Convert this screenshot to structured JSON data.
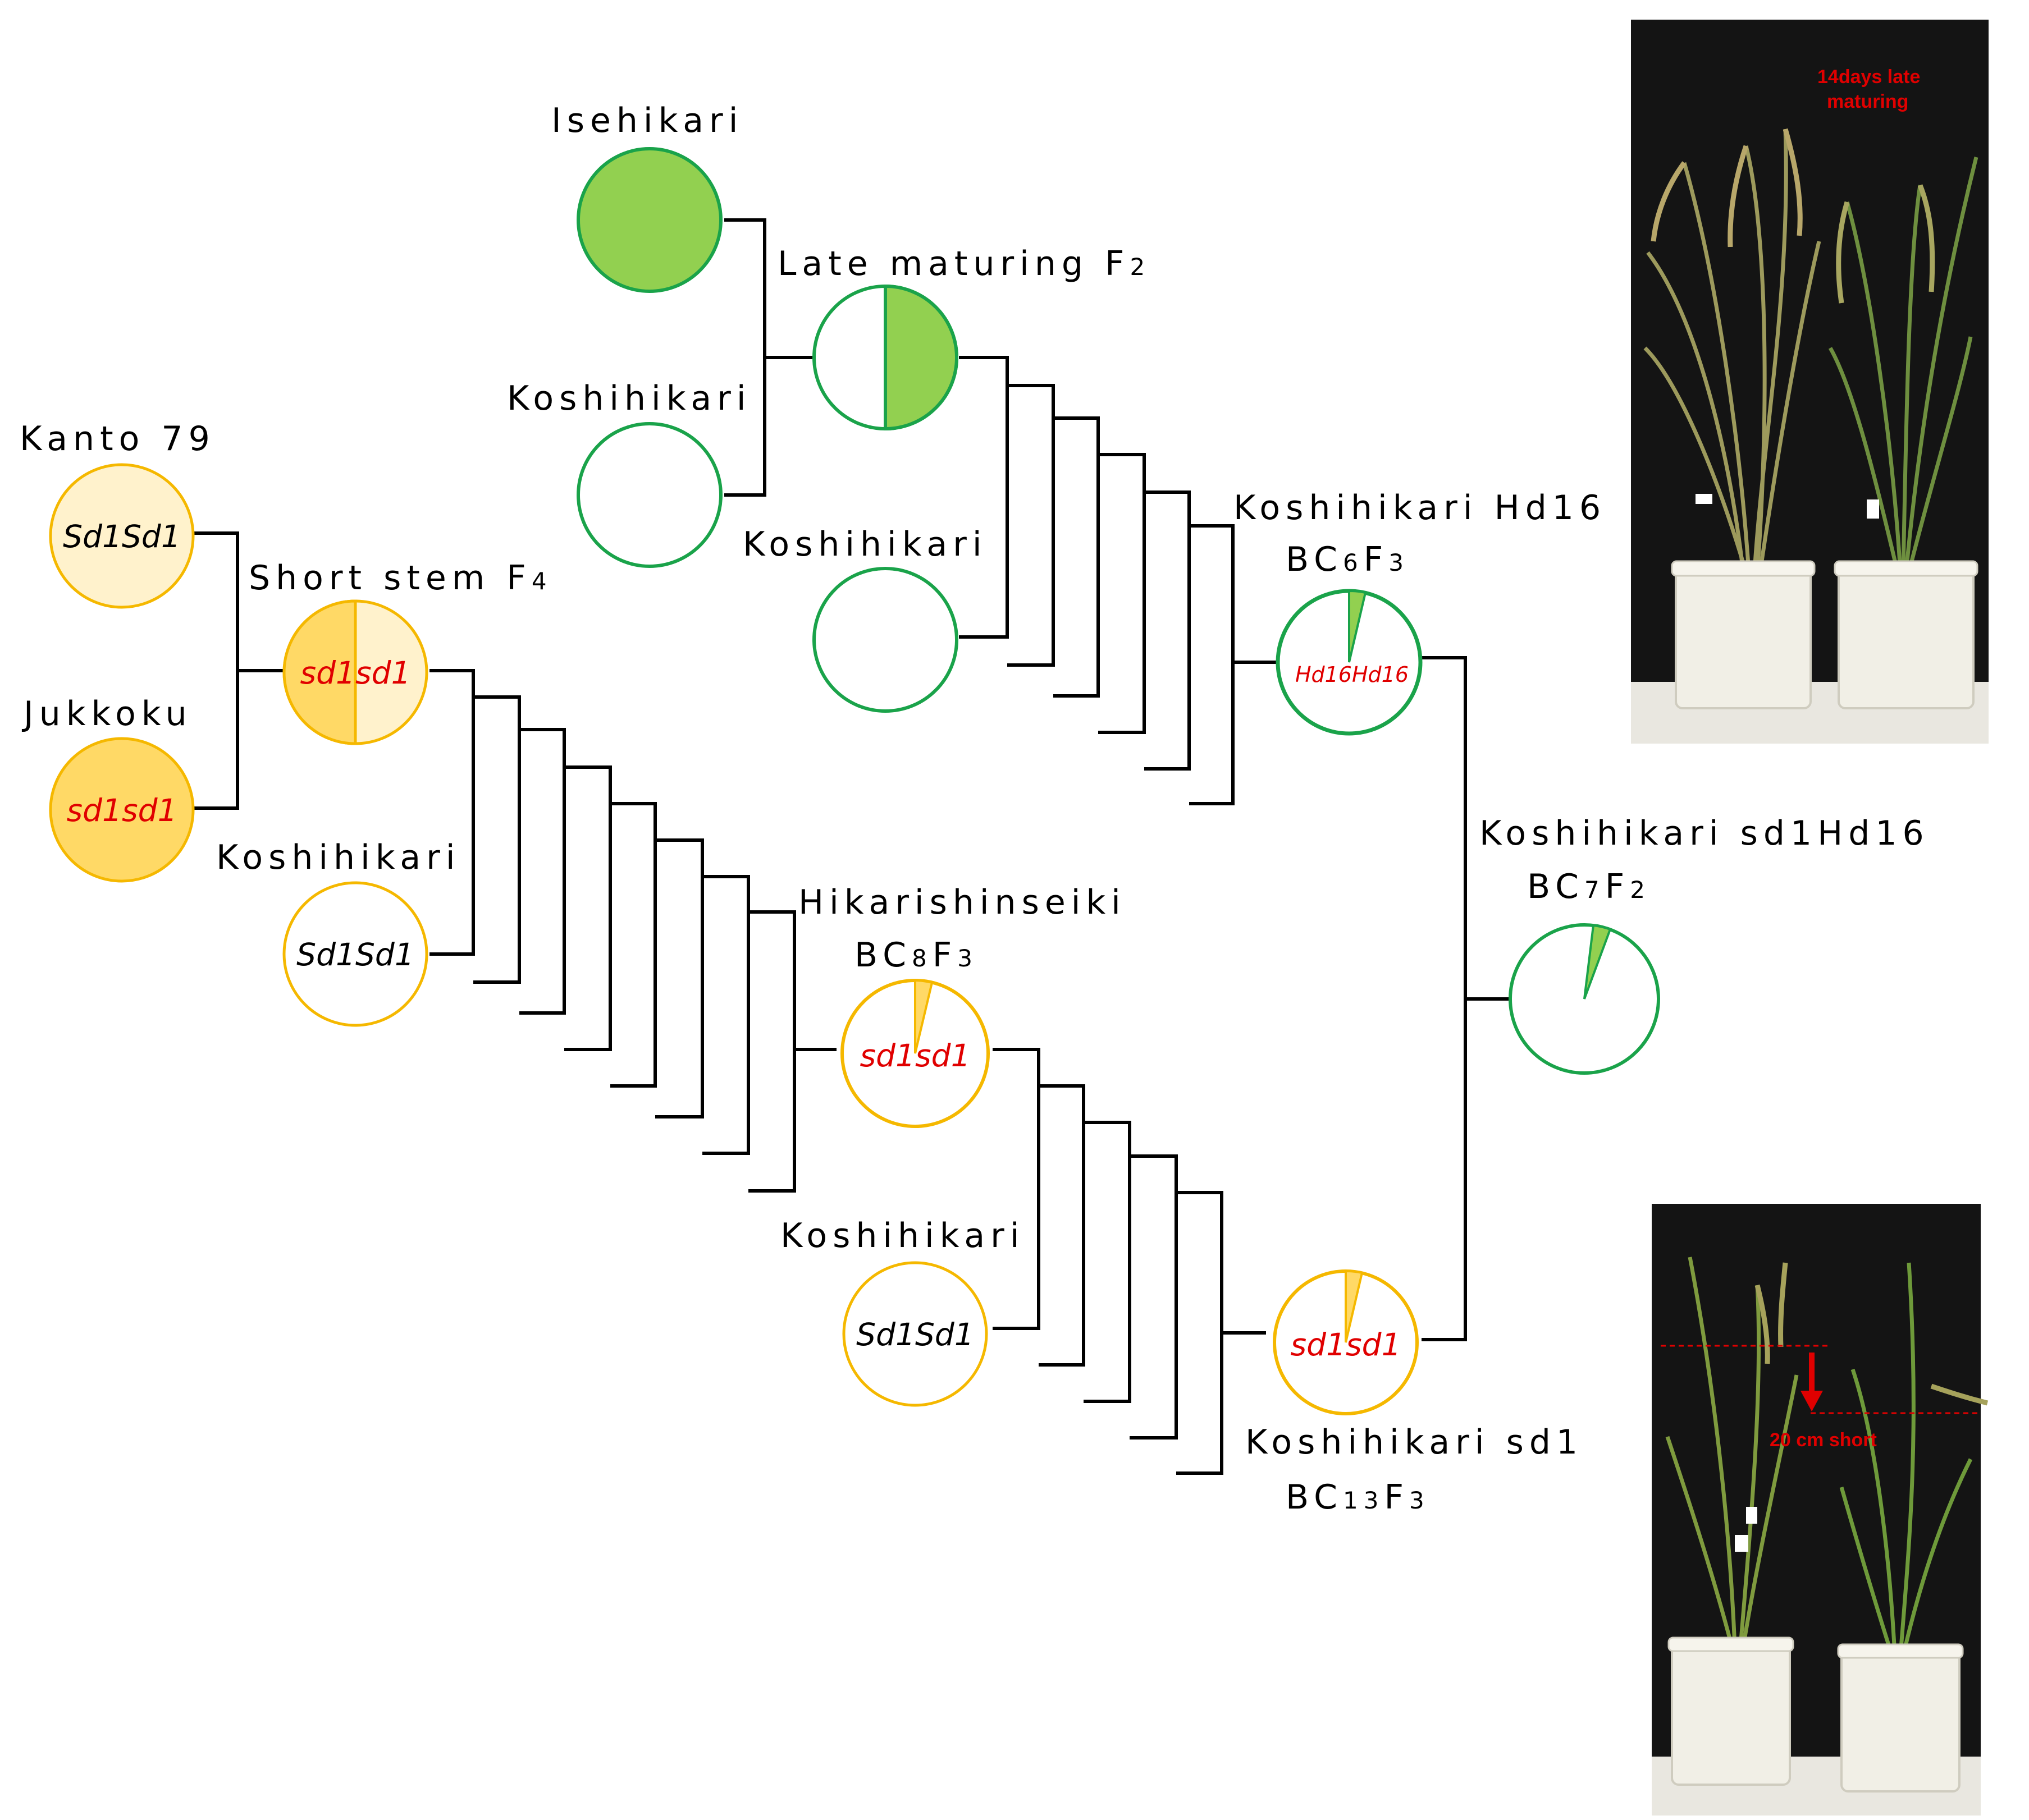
{
  "colors": {
    "green_fill": "#92d050",
    "green_stroke": "#1aa34a",
    "orange_fill": "#ffd966",
    "orange_light": "#fff2cc",
    "orange_stroke": "#f5b800",
    "red_text": "#e00000",
    "line": "#000000"
  },
  "labels": {
    "isehikari": "Isehikari",
    "late_maturing": "Late maturing F",
    "late_maturing_sub": "2",
    "koshihikari_1": "Koshihikari",
    "koshihikari_2": "Koshihikari",
    "kanto79": "Kanto 79",
    "short_stem": "Short stem F",
    "short_stem_sub": "4",
    "jukkoku": "Jukkoku",
    "koshihikari_3": "Koshihikari",
    "koshi_hd16": "Koshihikari Hd16",
    "koshi_hd16_gen_a": "BC",
    "koshi_hd16_gen_b": "6",
    "koshi_hd16_gen_c": "F",
    "koshi_hd16_gen_d": "3",
    "koshi_sd1hd16": "Koshihikari sd1Hd16",
    "koshi_sd1hd16_gen_a": "BC",
    "koshi_sd1hd16_gen_b": "7",
    "koshi_sd1hd16_gen_c": "F",
    "koshi_sd1hd16_gen_d": "2",
    "hikarishinseiki": "Hikarishinseiki",
    "hikari_gen_a": "BC",
    "hikari_gen_b": "8",
    "hikari_gen_c": "F",
    "hikari_gen_d": "3",
    "koshihikari_4": "Koshihikari",
    "koshi_sd1": "Koshihikari sd1",
    "koshi_sd1_gen_a": "BC",
    "koshi_sd1_gen_b": "13",
    "koshi_sd1_gen_c": "F",
    "koshi_sd1_gen_d": "3"
  },
  "genotypes": {
    "kanto79": "Sd1Sd1",
    "jukkoku": "sd1sd1",
    "short_stem": "sd1sd1",
    "koshihikari_3": "Sd1Sd1",
    "koshi_hd16": "Hd16Hd16",
    "hikarishinseiki": "sd1sd1",
    "koshihikari_4": "Sd1Sd1",
    "koshi_sd1": "sd1sd1"
  },
  "photos": {
    "top_label_line1": "14days late",
    "top_label_line2": "maturing",
    "bottom_label": "20 cm short"
  }
}
